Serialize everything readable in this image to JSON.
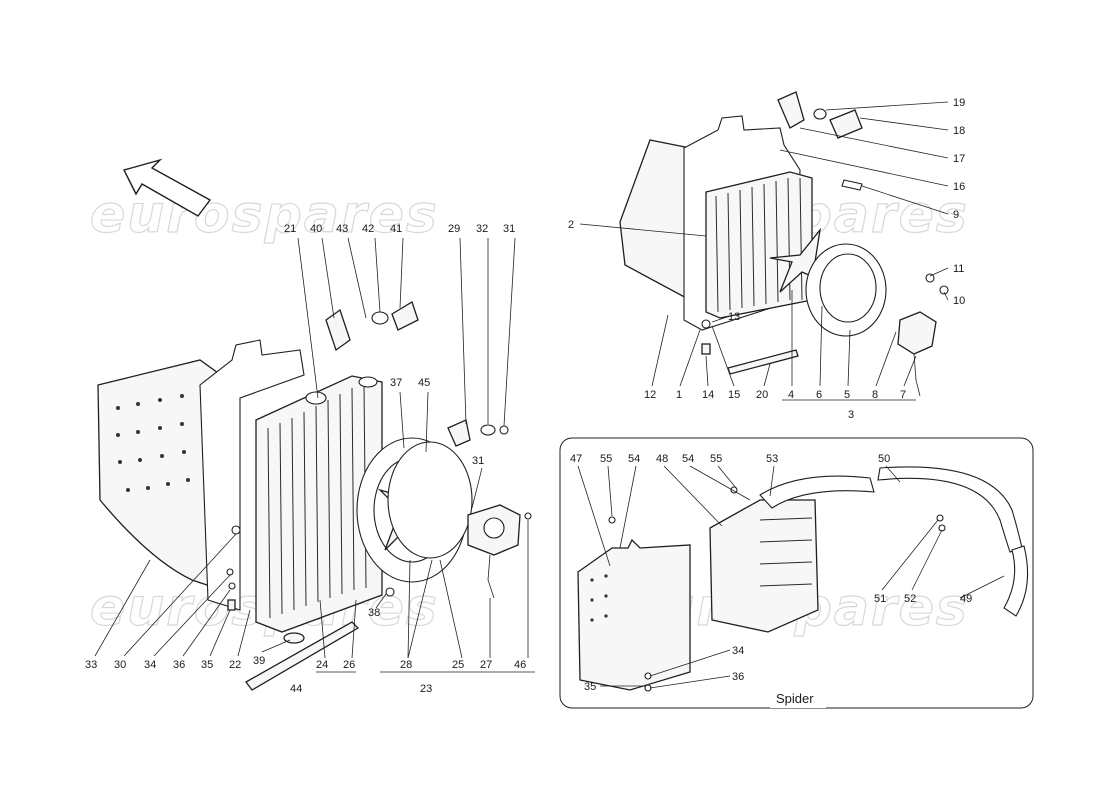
{
  "watermark": {
    "text": "eurospares"
  },
  "section_labels": {
    "group_23": "23",
    "group_3": "3",
    "spider": "Spider"
  },
  "callouts": {
    "c1": "1",
    "c2": "2",
    "c4": "4",
    "c5": "5",
    "c6": "6",
    "c7": "7",
    "c8": "8",
    "c9": "9",
    "c10": "10",
    "c11": "11",
    "c12": "12",
    "c13": "13",
    "c14": "14",
    "c15": "15",
    "c16": "16",
    "c17": "17",
    "c18": "18",
    "c19": "19",
    "c20": "20",
    "c21": "21",
    "c22": "22",
    "c24": "24",
    "c25": "25",
    "c26": "26",
    "c27": "27",
    "c28": "28",
    "c29": "29",
    "c30": "30",
    "c31a": "31",
    "c31b": "31",
    "c32": "32",
    "c33": "33",
    "c34a": "34",
    "c34b": "34",
    "c35a": "35",
    "c35b": "35",
    "c36a": "36",
    "c36b": "36",
    "c37": "37",
    "c38": "38",
    "c39": "39",
    "c40": "40",
    "c41": "41",
    "c42": "42",
    "c43": "43",
    "c44": "44",
    "c45": "45",
    "c46": "46",
    "c47": "47",
    "c48": "48",
    "c49": "49",
    "c50": "50",
    "c51": "51",
    "c52": "52",
    "c53": "53",
    "c54a": "54",
    "c54b": "54",
    "c55a": "55",
    "c55b": "55"
  },
  "colors": {
    "line": "#1f1f1f",
    "watermark": "#d8d8d8",
    "background": "#ffffff"
  }
}
